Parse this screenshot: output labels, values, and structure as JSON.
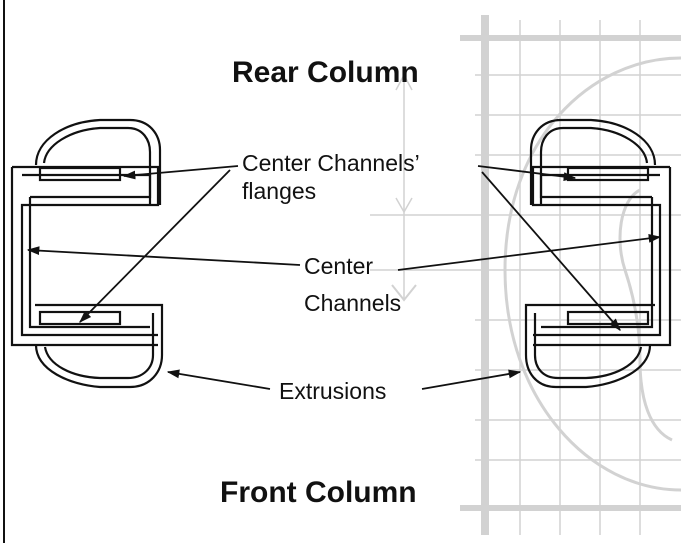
{
  "labels": {
    "rear_column": "Rear Column",
    "front_column": "Front Column",
    "center_channels_flanges_line1": "Center Channels’",
    "center_channels_flanges_line2": "flanges",
    "center_channels_line1": "Center",
    "center_channels_line2": "Channels",
    "extrusions": "Extrusions"
  },
  "colors": {
    "ink": "#111111",
    "background_grid": "#d2d2d2",
    "background": "#ffffff"
  }
}
